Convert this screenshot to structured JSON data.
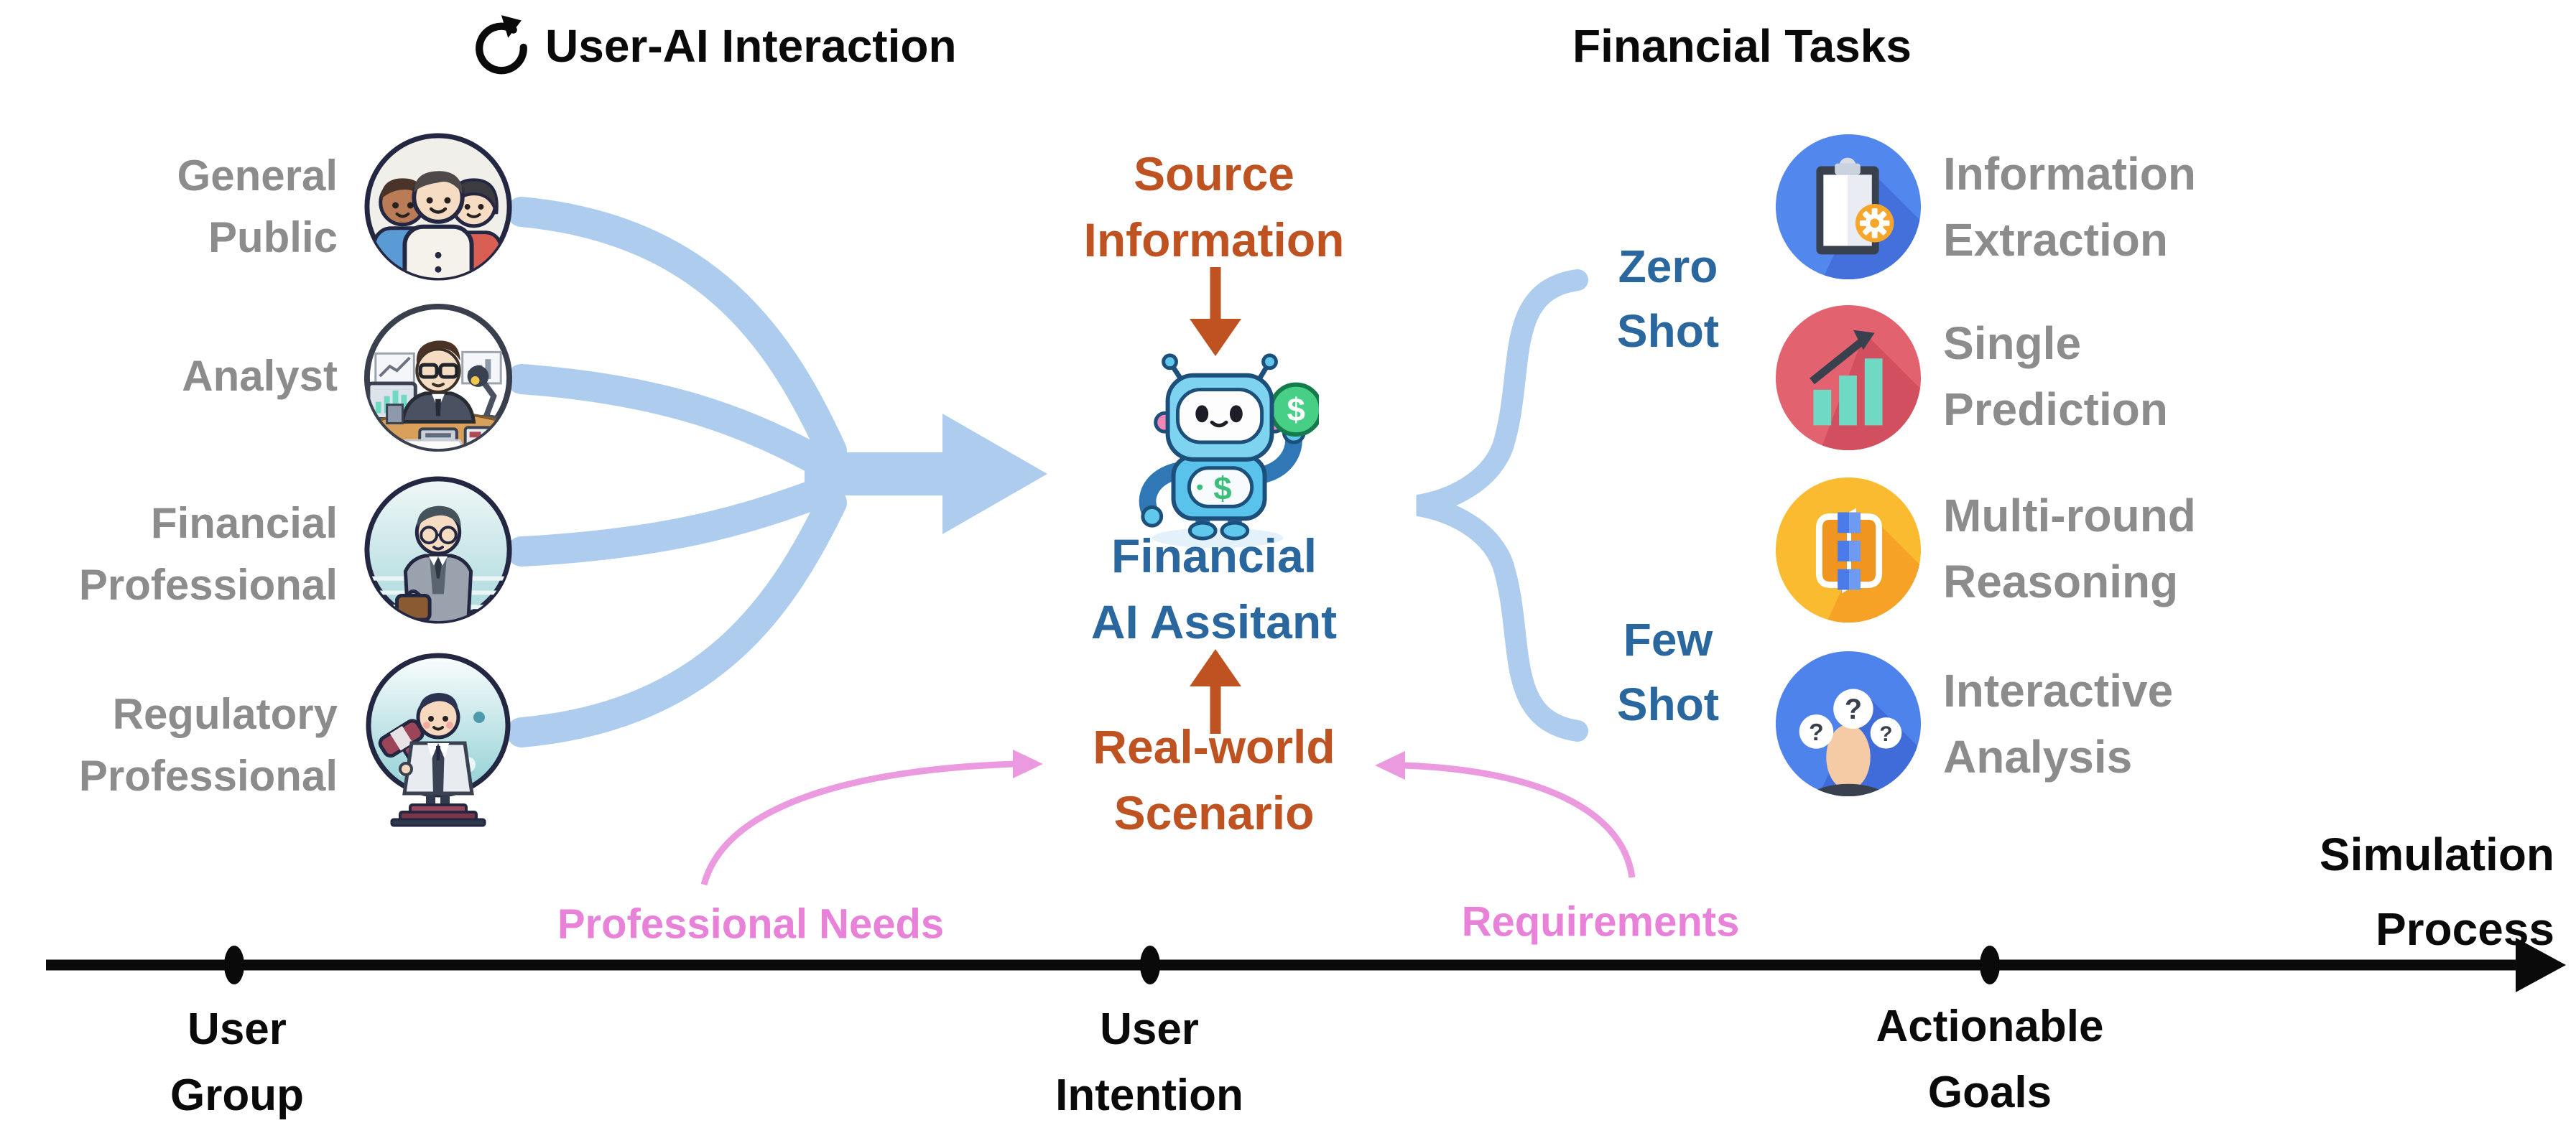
{
  "headers": {
    "interaction": "User-AI Interaction",
    "tasks": "Financial Tasks"
  },
  "user_groups": [
    {
      "id": "general-public",
      "lines": [
        "General",
        "Public"
      ]
    },
    {
      "id": "analyst",
      "lines": [
        "Analyst",
        ""
      ]
    },
    {
      "id": "financial-professional",
      "lines": [
        "Financial",
        "Professional"
      ]
    },
    {
      "id": "regulatory-professional",
      "lines": [
        "Regulatory",
        "Professional"
      ]
    }
  ],
  "center": {
    "source_information": {
      "lines": [
        "Source",
        "Information"
      ]
    },
    "assistant": {
      "lines": [
        "Financial",
        "AI Assitant"
      ]
    },
    "scenario": {
      "lines": [
        "Real-world",
        "Scenario"
      ]
    }
  },
  "shots": {
    "zero": {
      "lines": [
        "Zero",
        "Shot"
      ]
    },
    "few": {
      "lines": [
        "Few",
        "Shot"
      ]
    }
  },
  "tasks": [
    {
      "id": "information-extraction",
      "icon": "clipboard-gear-icon",
      "lines": [
        "Information",
        "Extraction"
      ],
      "circle_color": "#5287EE"
    },
    {
      "id": "single-prediction",
      "icon": "bar-chart-trend-icon",
      "lines": [
        "Single",
        "Prediction"
      ],
      "circle_color": "#E2636F"
    },
    {
      "id": "multi-round-reasoning",
      "icon": "flow-loop-icon",
      "lines": [
        "Multi-round",
        "Reasoning"
      ],
      "circle_color": "#FBBB31"
    },
    {
      "id": "interactive-analysis",
      "icon": "question-head-icon",
      "lines": [
        "Interactive",
        "Analysis"
      ],
      "circle_color": "#4F83EC"
    }
  ],
  "annotations": {
    "professional_needs": "Professional Needs",
    "requirements": "Requirements"
  },
  "axis": {
    "milestones": [
      {
        "lines": [
          "User",
          "Group"
        ]
      },
      {
        "lines": [
          "User",
          "Intention"
        ]
      },
      {
        "lines": [
          "Actionable",
          "Goals"
        ]
      }
    ],
    "title": {
      "lines": [
        "Simulation",
        "Process"
      ]
    }
  },
  "symbols": {
    "dollar": "$",
    "question": "?"
  },
  "colors": {
    "flow_blue": "#AECDEE",
    "accent_orange": "#BE5220",
    "accent_blue": "#29679E",
    "accent_pink": "#E882D9",
    "label_gray": "#8C8C8C",
    "axis_black": "#0A0A0A"
  }
}
